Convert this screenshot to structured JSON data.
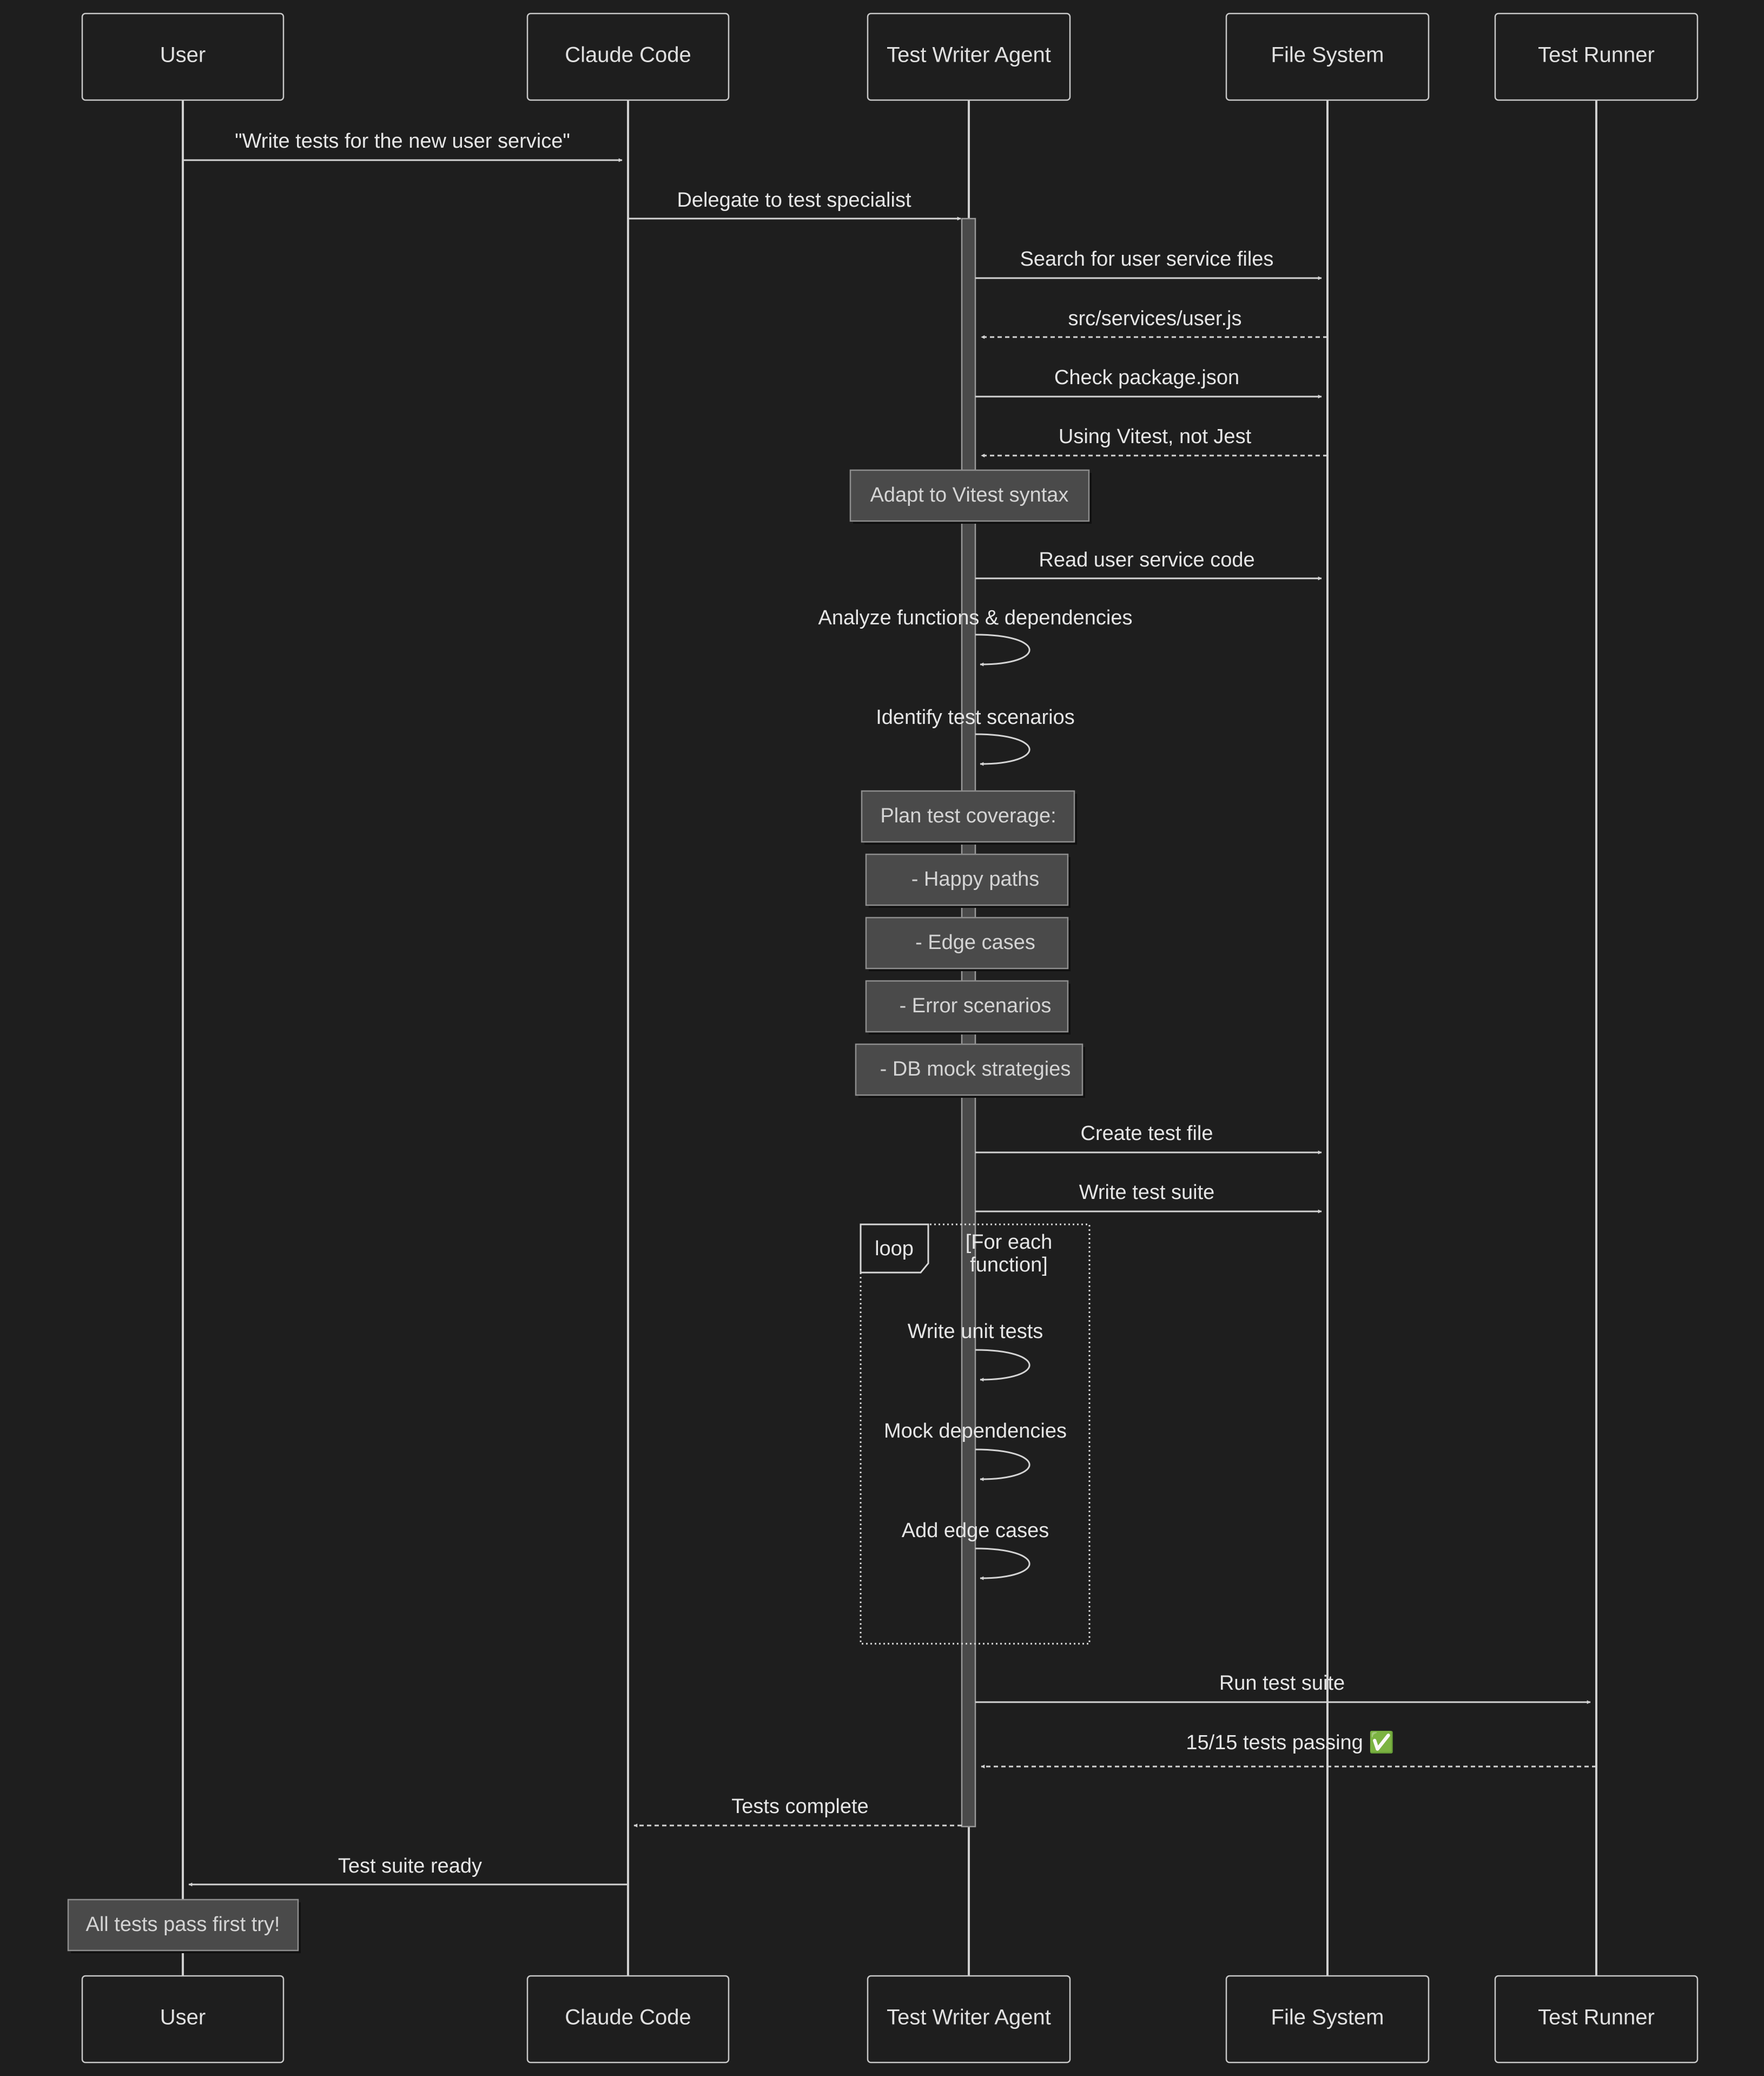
{
  "participants": [
    "User",
    "Claude Code",
    "Test Writer Agent",
    "File System",
    "Test Runner"
  ],
  "messages": [
    {
      "from": "User",
      "to": "Claude Code",
      "text": "\"Write tests for the new user service\"",
      "style": "solid"
    },
    {
      "from": "Claude Code",
      "to": "Test Writer Agent",
      "text": "Delegate to test specialist",
      "style": "solid"
    },
    {
      "from": "Test Writer Agent",
      "to": "File System",
      "text": "Search for user service files",
      "style": "solid"
    },
    {
      "from": "File System",
      "to": "Test Writer Agent",
      "text": "src/services/user.js",
      "style": "dashed"
    },
    {
      "from": "Test Writer Agent",
      "to": "File System",
      "text": "Check package.json",
      "style": "solid"
    },
    {
      "from": "File System",
      "to": "Test Writer Agent",
      "text": "Using Vitest, not Jest",
      "style": "dashed"
    },
    {
      "from": "Test Writer Agent",
      "to": "File System",
      "text": "Read user service code",
      "style": "solid"
    },
    {
      "from": "Test Writer Agent",
      "to": "Test Writer Agent",
      "text": "Analyze functions & dependencies",
      "style": "self"
    },
    {
      "from": "Test Writer Agent",
      "to": "Test Writer Agent",
      "text": "Identify test scenarios",
      "style": "self"
    },
    {
      "from": "Test Writer Agent",
      "to": "File System",
      "text": "Create test file",
      "style": "solid"
    },
    {
      "from": "Test Writer Agent",
      "to": "File System",
      "text": "Write test suite",
      "style": "solid"
    },
    {
      "from": "Test Writer Agent",
      "to": "Test Writer Agent",
      "text": "Write unit tests",
      "style": "self"
    },
    {
      "from": "Test Writer Agent",
      "to": "Test Writer Agent",
      "text": "Mock dependencies",
      "style": "self"
    },
    {
      "from": "Test Writer Agent",
      "to": "Test Writer Agent",
      "text": "Add edge cases",
      "style": "self"
    },
    {
      "from": "Test Writer Agent",
      "to": "Test Runner",
      "text": "Run test suite",
      "style": "solid"
    },
    {
      "from": "Test Runner",
      "to": "Test Writer Agent",
      "text": "15/15 tests passing ✅",
      "style": "dashed"
    },
    {
      "from": "Test Writer Agent",
      "to": "Claude Code",
      "text": "Tests complete",
      "style": "dashed"
    },
    {
      "from": "Claude Code",
      "to": "User",
      "text": "Test suite ready",
      "style": "solid"
    }
  ],
  "notes": [
    {
      "over": "Test Writer Agent",
      "text": "Adapt to Vitest syntax"
    },
    {
      "over": "Test Writer Agent",
      "text": "Plan test coverage:"
    },
    {
      "over": "Test Writer Agent",
      "text": "- Happy paths"
    },
    {
      "over": "Test Writer Agent",
      "text": "- Edge cases"
    },
    {
      "over": "Test Writer Agent",
      "text": "- Error scenarios"
    },
    {
      "over": "Test Writer Agent",
      "text": "- DB mock strategies"
    },
    {
      "over": "User",
      "text": "All tests pass first try!"
    }
  ],
  "loop": {
    "label": "loop",
    "condition": [
      "[For each",
      "function]"
    ]
  },
  "colors": {
    "background": "#1e1e1e",
    "line": "#d4d4d4",
    "note": "#4a4a4a",
    "text": "#e6e6e6"
  }
}
